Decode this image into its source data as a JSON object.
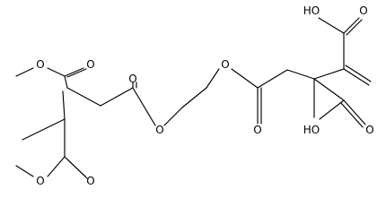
{
  "molecule": {
    "atom_labels": {
      "o_methoxy_top": "O",
      "o_carbonyl_top_ester": "O",
      "o_carbonyl_left_ester": "O",
      "o_ester_link_left": "O",
      "o_ester_link_right": "O",
      "o_carbonyl_right_ester": "O",
      "oh_top_acid": "HO",
      "o_carbonyl_top_acid": "O",
      "oh_bottom_acid": "HO",
      "o_carbonyl_bottom_acid": "O",
      "o_methoxy_bottom": "O",
      "o_carbonyl_bottom_ester": "O"
    },
    "colors": {
      "bond": "#000000",
      "label": "#000000",
      "background": "#ffffff"
    }
  }
}
